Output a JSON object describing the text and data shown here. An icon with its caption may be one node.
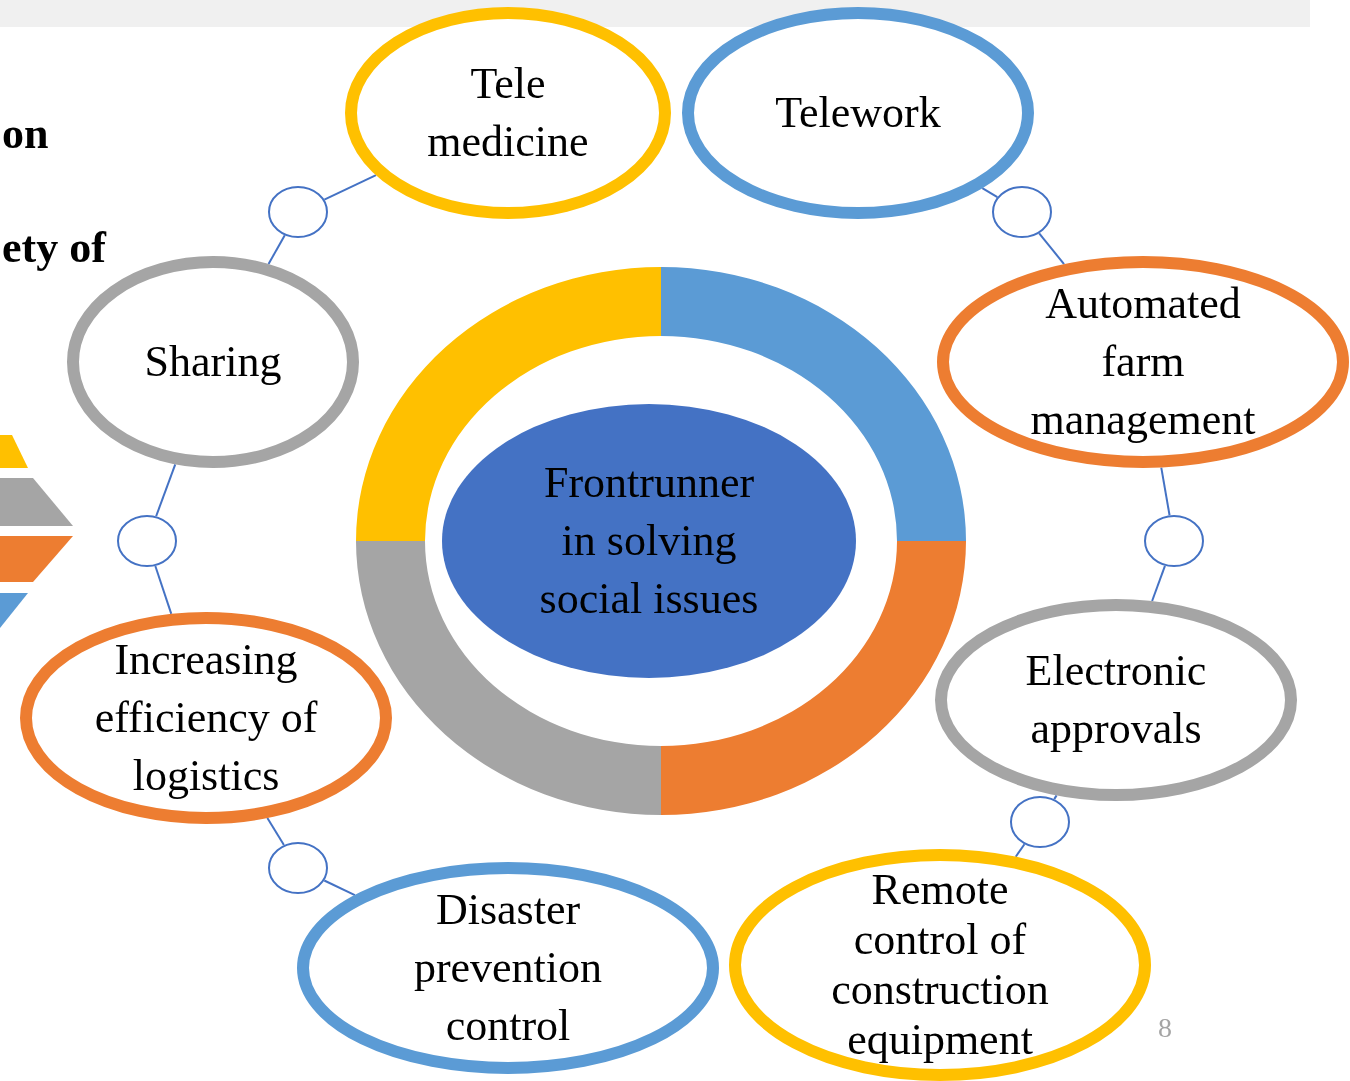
{
  "diagram": {
    "nodes": [
      {
        "text": [
          "Frontrunner in solving social issues"
        ]
      },
      {
        "text": [
          "Tele medicine"
        ]
      },
      {
        "text": [
          "Telework"
        ]
      },
      {
        "text": [
          "Automated farm management"
        ]
      },
      {
        "text": [
          "Electronic approvals"
        ]
      },
      {
        "text": [
          "Remote control of construction equipment"
        ]
      },
      {
        "text": [
          "Disaster prevention control"
        ]
      },
      {
        "text": [
          "Increasing efficiency of logistics"
        ]
      },
      {
        "text": [
          "Sharing"
        ]
      },
      {
        "text": [],
        "shape": "circle"
      },
      {
        "text": [],
        "shape": "circle"
      },
      {
        "text": [],
        "shape": "circle"
      },
      {
        "text": [],
        "shape": "circle"
      },
      {
        "text": [],
        "shape": "circle"
      },
      {
        "text": [],
        "shape": "circle"
      }
    ],
    "edges": [
      {
        "from": 1,
        "to": 9,
        "arrow": "none"
      },
      {
        "from": 9,
        "to": 8,
        "arrow": "none"
      },
      {
        "from": 2,
        "to": 10,
        "arrow": "none"
      },
      {
        "from": 10,
        "to": 3,
        "arrow": "none"
      },
      {
        "from": 3,
        "to": 11,
        "arrow": "none"
      },
      {
        "from": 11,
        "to": 4,
        "arrow": "none"
      },
      {
        "from": 4,
        "to": 12,
        "arrow": "none"
      },
      {
        "from": 12,
        "to": 5,
        "arrow": "none"
      },
      {
        "from": 6,
        "to": 13,
        "arrow": "none"
      },
      {
        "from": 13,
        "to": 7,
        "arrow": "none"
      },
      {
        "from": 7,
        "to": 14,
        "arrow": "none"
      },
      {
        "from": 14,
        "to": 8,
        "arrow": "none"
      }
    ],
    "labels": [
      "on",
      "ety of",
      "8"
    ]
  }
}
